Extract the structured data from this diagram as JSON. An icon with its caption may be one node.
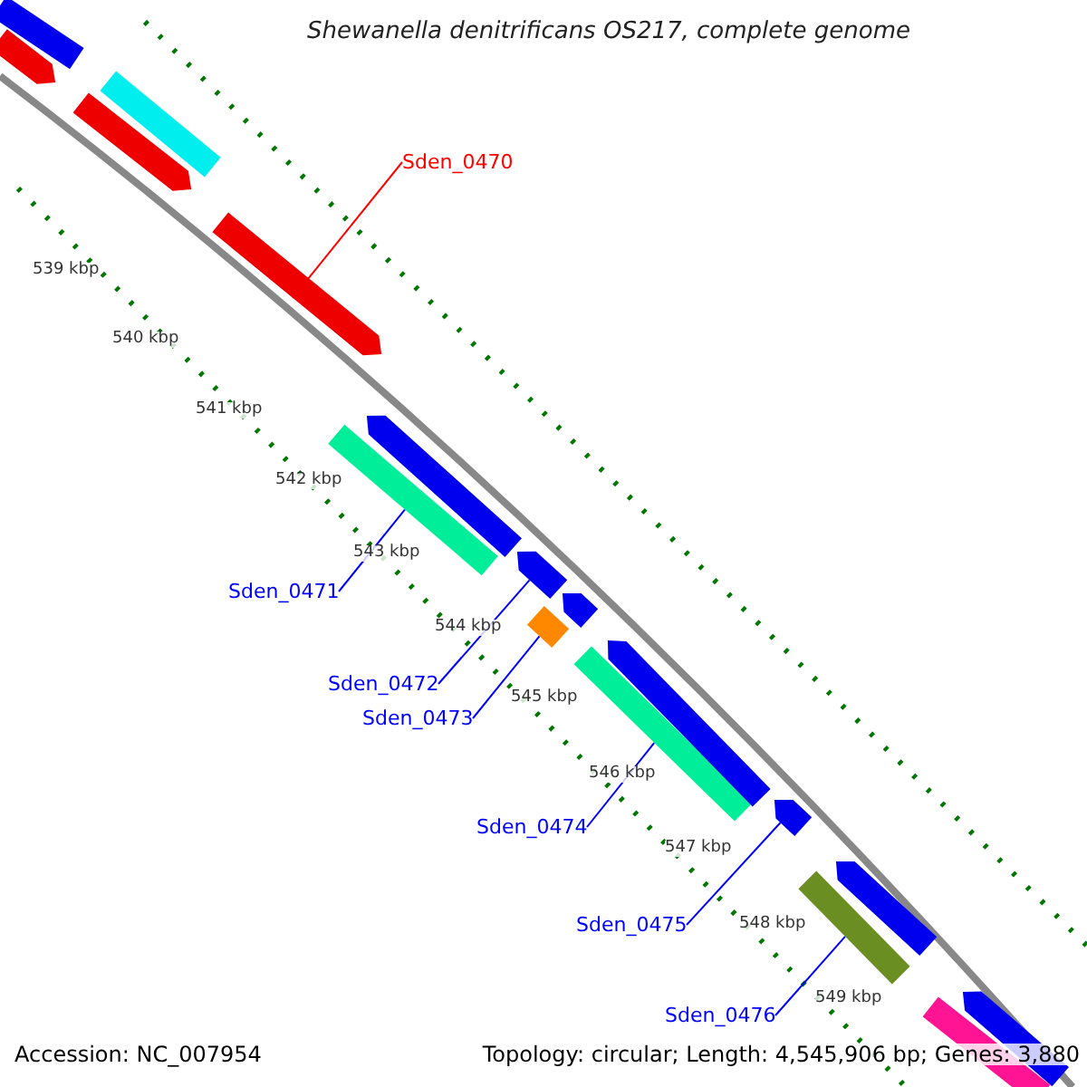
{
  "diagram": {
    "title": "Shewanella denitrificans OS217, complete genome",
    "nodes": [
      {
        "text": [
          "Sden_0470"
        ]
      },
      {
        "text": [],
        "shape": "bar"
      },
      {
        "text": [
          "Sden_0471"
        ]
      },
      {
        "text": [],
        "shape": "bar"
      },
      {
        "text": [
          "Sden_0472"
        ]
      },
      {
        "text": [],
        "shape": "bar"
      },
      {
        "text": [
          "Sden_0473"
        ]
      },
      {
        "text": [],
        "shape": "bar"
      },
      {
        "text": [
          "Sden_0474"
        ]
      },
      {
        "text": [],
        "shape": "bar"
      },
      {
        "text": [
          "Sden_0475"
        ]
      },
      {
        "text": [],
        "shape": "bar"
      },
      {
        "text": [
          "Sden_0476"
        ]
      },
      {
        "text": [],
        "shape": "bar"
      },
      {
        "text": [],
        "shape": "bar"
      },
      {
        "text": [],
        "shape": "bar"
      },
      {
        "text": [],
        "shape": "bar"
      },
      {
        "text": [],
        "shape": "bar"
      },
      {
        "text": [],
        "shape": "bar"
      },
      {
        "text": [],
        "shape": "bar"
      },
      {
        "text": [],
        "shape": "bar"
      },
      {
        "text": [],
        "shape": "bar"
      },
      {
        "text": [],
        "shape": "bar"
      },
      {
        "text": [],
        "shape": "bar"
      }
    ],
    "edges": [
      {
        "from": 0,
        "to": 1,
        "arrow": "none",
        "color": "#ff0000"
      },
      {
        "from": 2,
        "to": 3,
        "arrow": "none"
      },
      {
        "from": 4,
        "to": 5,
        "arrow": "none"
      },
      {
        "from": 6,
        "to": 7,
        "arrow": "none"
      },
      {
        "from": 8,
        "to": 9,
        "arrow": "none"
      },
      {
        "from": 10,
        "to": 11,
        "arrow": "none"
      },
      {
        "from": 12,
        "to": 13,
        "arrow": "none"
      }
    ],
    "labels": [
      "539 kbp",
      "540 kbp",
      "541 kbp",
      "542 kbp",
      "543 kbp",
      "544 kbp",
      "545 kbp",
      "546 kbp",
      "547 kbp",
      "548 kbp",
      "549 kbp",
      "Accession: NC_007954",
      "Topology: circular; Length: 4,545,906 bp; Genes: 3,880"
    ]
  }
}
